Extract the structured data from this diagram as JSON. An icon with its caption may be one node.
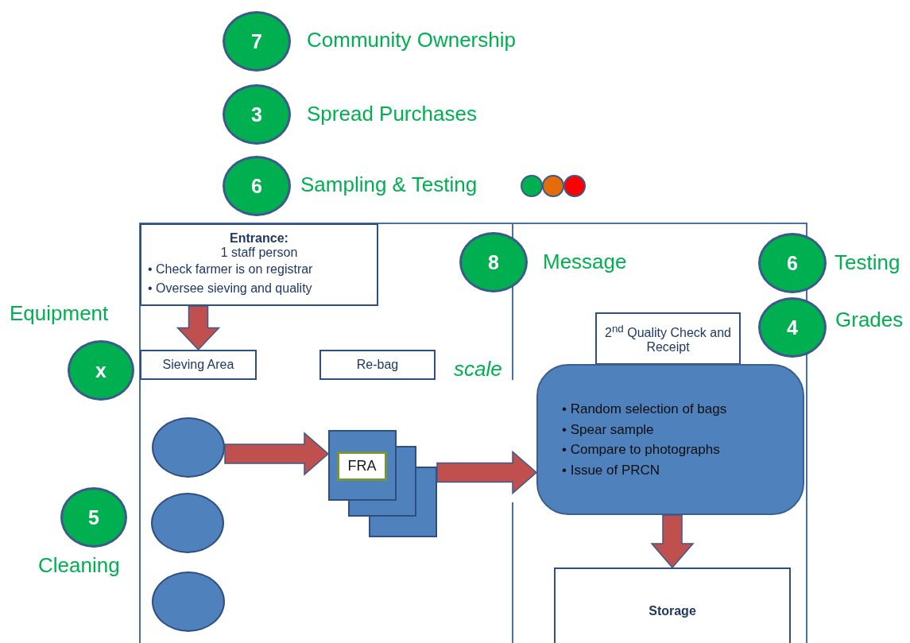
{
  "diagram": {
    "nodes": [
      {
        "text": [
          "7"
        ],
        "beside": [
          "Community Ownership"
        ]
      },
      {
        "text": [
          "3"
        ],
        "beside": [
          "Spread Purchases"
        ]
      },
      {
        "text": [
          "6"
        ],
        "beside": [
          "Sampling & Testing"
        ]
      },
      {
        "text": [
          "Entrance:",
          "1 staff person",
          "• Check farmer is on registrar",
          "• Oversee sieving and quality"
        ]
      },
      {
        "text": [
          "8"
        ],
        "beside": [
          "Message"
        ]
      },
      {
        "text": [
          "6"
        ],
        "beside": [
          "Testing"
        ]
      },
      {
        "text": [
          "4"
        ],
        "beside": [
          "Grades"
        ]
      },
      {
        "text": [
          "x"
        ],
        "beside": [
          "Equipment"
        ]
      },
      {
        "text": [
          "Sieving Area"
        ]
      },
      {
        "text": [
          "Re-bag"
        ]
      },
      {
        "text": [],
        "shape": "circle"
      },
      {
        "text": [],
        "shape": "circle"
      },
      {
        "text": [],
        "shape": "circle"
      },
      {
        "text": [],
        "shape": "box"
      },
      {
        "text": [
          "FRA"
        ],
        "in": 13
      },
      {
        "text": [
          "2$^{nd}$ Quality Check and Receipt"
        ]
      },
      {
        "text": [
          "• Random selection of bags",
          "• Spear sample",
          "• Compare to photographs",
          "• Issue of PRCN"
        ]
      },
      {
        "text": [
          "5"
        ],
        "beside": [
          "Cleaning"
        ]
      },
      {
        "text": [
          "Storage"
        ]
      }
    ],
    "edges": [
      {
        "from": 3,
        "to": 8,
        "arrow": "to"
      },
      {
        "from": 10,
        "to": 13,
        "arrow": "to"
      },
      {
        "from": 13,
        "to": 16,
        "arrow": "to"
      },
      {
        "from": 16,
        "to": 18,
        "arrow": "to"
      }
    ],
    "labels": [
      "scale"
    ]
  }
}
